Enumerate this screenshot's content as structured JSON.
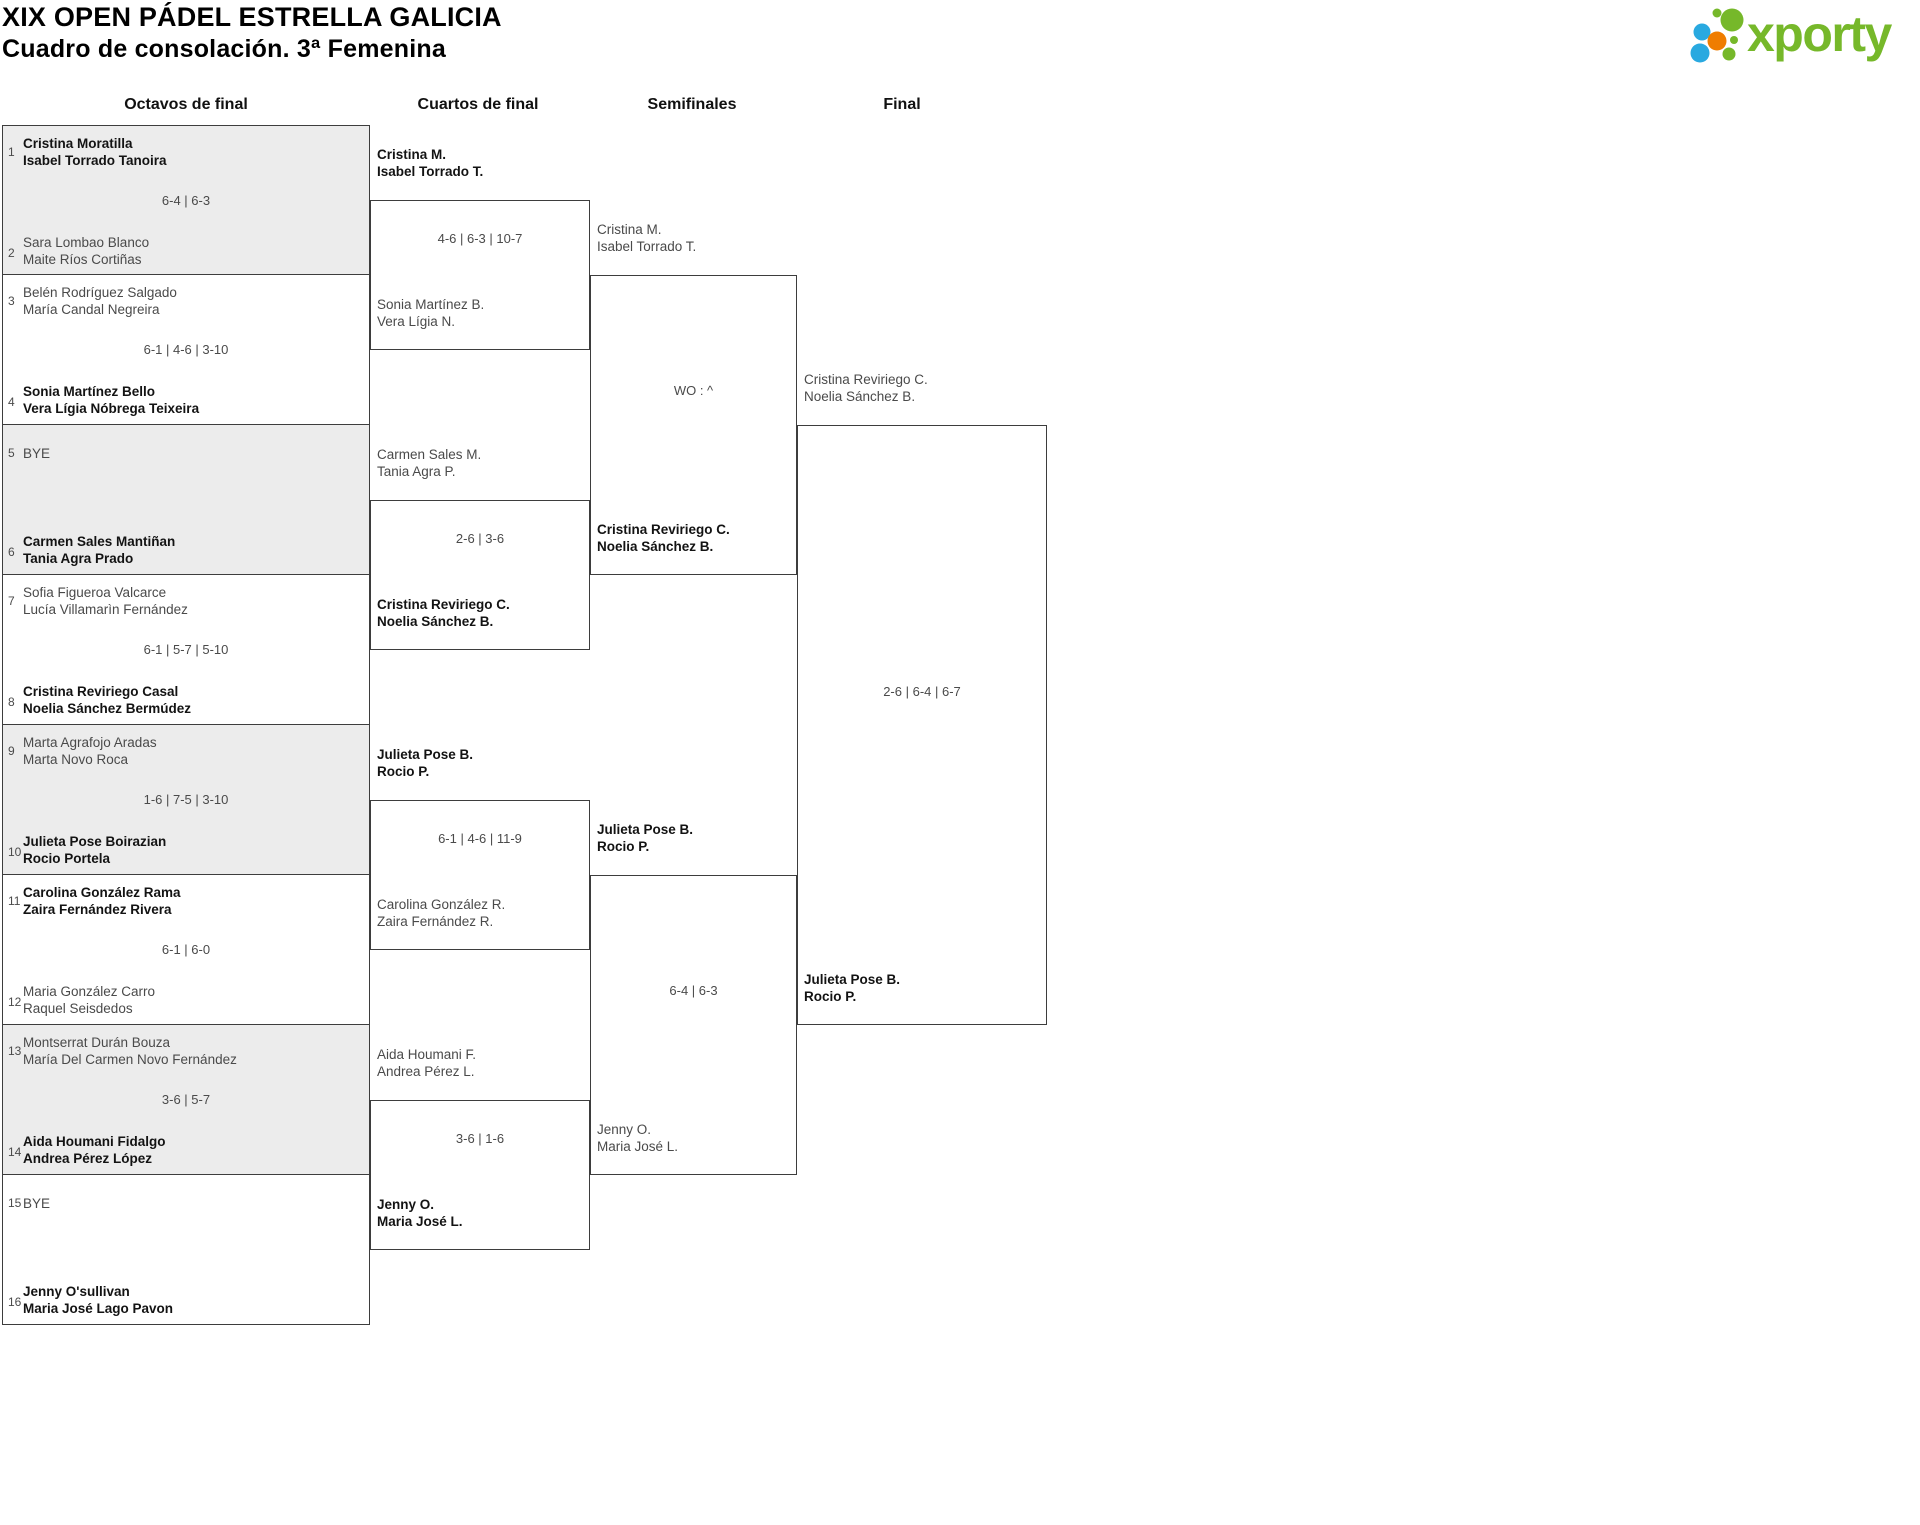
{
  "header": {
    "title": "XIX OPEN PÁDEL ESTRELLA GALICIA",
    "subtitle": "Cuadro de consolación. 3ª Femenina"
  },
  "logo": {
    "text": "xporty",
    "green": "#76b82a",
    "blue": "#29a9e0",
    "orange": "#ef7d00"
  },
  "rounds": [
    {
      "label": "Octavos de final"
    },
    {
      "label": "Cuartos de final"
    },
    {
      "label": "Semifinales"
    },
    {
      "label": "Final"
    }
  ],
  "bracket": {
    "octavos": [
      {
        "score": "6-4 | 6-3",
        "top": {
          "seed": "1",
          "names": [
            "Cristina Moratilla",
            "Isabel Torrado Tanoira"
          ],
          "winner": true
        },
        "bottom": {
          "seed": "2",
          "names": [
            "Sara Lombao Blanco",
            "Maite Ríos Cortiñas"
          ],
          "winner": false
        }
      },
      {
        "score": "6-1 | 4-6 | 3-10",
        "top": {
          "seed": "3",
          "names": [
            "Belén Rodríguez Salgado",
            "María Candal Negreira"
          ],
          "winner": false
        },
        "bottom": {
          "seed": "4",
          "names": [
            "Sonia Martínez Bello",
            "Vera Lígia Nóbrega Teixeira"
          ],
          "winner": true
        }
      },
      {
        "score": "",
        "top": {
          "seed": "5",
          "names": [
            "BYE"
          ],
          "winner": false
        },
        "bottom": {
          "seed": "6",
          "names": [
            "Carmen Sales Mantiñan",
            "Tania Agra Prado"
          ],
          "winner": true
        }
      },
      {
        "score": "6-1 | 5-7 | 5-10",
        "top": {
          "seed": "7",
          "names": [
            "Sofia Figueroa Valcarce",
            "Lucía Villamarìn Fernández"
          ],
          "winner": false
        },
        "bottom": {
          "seed": "8",
          "names": [
            "Cristina Reviriego Casal",
            "Noelia Sánchez Bermúdez"
          ],
          "winner": true
        }
      },
      {
        "score": "1-6 | 7-5 | 3-10",
        "top": {
          "seed": "9",
          "names": [
            "Marta Agrafojo Aradas",
            "Marta Novo Roca"
          ],
          "winner": false
        },
        "bottom": {
          "seed": "10",
          "names": [
            "Julieta Pose Boirazian",
            "Rocio Portela"
          ],
          "winner": true
        }
      },
      {
        "score": "6-1 | 6-0",
        "top": {
          "seed": "11",
          "names": [
            "Carolina González Rama",
            "Zaira Fernández Rivera"
          ],
          "winner": true
        },
        "bottom": {
          "seed": "12",
          "names": [
            "Maria González Carro",
            "Raquel Seisdedos"
          ],
          "winner": false
        }
      },
      {
        "score": "3-6 | 5-7",
        "top": {
          "seed": "13",
          "names": [
            "Montserrat Durán Bouza",
            "María Del Carmen Novo Fernández"
          ],
          "winner": false
        },
        "bottom": {
          "seed": "14",
          "names": [
            "Aida Houmani Fidalgo",
            "Andrea Pérez López"
          ],
          "winner": true
        }
      },
      {
        "score": "",
        "top": {
          "seed": "15",
          "names": [
            "BYE"
          ],
          "winner": false
        },
        "bottom": {
          "seed": "16",
          "names": [
            "Jenny O'sullivan",
            "Maria José Lago Pavon"
          ],
          "winner": true
        }
      }
    ],
    "cuartos": [
      {
        "score": "4-6 | 6-3 | 10-7",
        "top": {
          "names": [
            "Cristina M.",
            "Isabel Torrado T."
          ],
          "winner": true
        },
        "bottom": {
          "names": [
            "Sonia Martínez B.",
            "Vera Lígia N."
          ],
          "winner": false
        }
      },
      {
        "score": "2-6 | 3-6",
        "top": {
          "names": [
            "Carmen Sales M.",
            "Tania Agra P."
          ],
          "winner": false
        },
        "bottom": {
          "names": [
            "Cristina Reviriego C.",
            "Noelia Sánchez B."
          ],
          "winner": true
        }
      },
      {
        "score": "6-1 | 4-6 | 11-9",
        "top": {
          "names": [
            "Julieta Pose B.",
            "Rocio P."
          ],
          "winner": true
        },
        "bottom": {
          "names": [
            "Carolina González R.",
            "Zaira Fernández R."
          ],
          "winner": false
        }
      },
      {
        "score": "3-6 | 1-6",
        "top": {
          "names": [
            "Aida Houmani F.",
            "Andrea Pérez L."
          ],
          "winner": false
        },
        "bottom": {
          "names": [
            "Jenny O.",
            "Maria José L."
          ],
          "winner": true
        }
      }
    ],
    "semifinales": [
      {
        "score": "WO : ^",
        "top": {
          "names": [
            "Cristina M.",
            "Isabel Torrado T."
          ],
          "winner": false
        },
        "bottom": {
          "names": [
            "Cristina Reviriego C.",
            "Noelia Sánchez B."
          ],
          "winner": true
        }
      },
      {
        "score": "6-4 | 6-3",
        "top": {
          "names": [
            "Julieta Pose B.",
            "Rocio P."
          ],
          "winner": true
        },
        "bottom": {
          "names": [
            "Jenny O.",
            "Maria José L."
          ],
          "winner": false
        }
      }
    ],
    "final": [
      {
        "score": "2-6 | 6-4 | 6-7",
        "top": {
          "names": [
            "Cristina Reviriego C.",
            "Noelia Sánchez B."
          ],
          "winner": false
        },
        "bottom": {
          "names": [
            "Julieta Pose B.",
            "Rocio P."
          ],
          "winner": true
        }
      }
    ]
  }
}
